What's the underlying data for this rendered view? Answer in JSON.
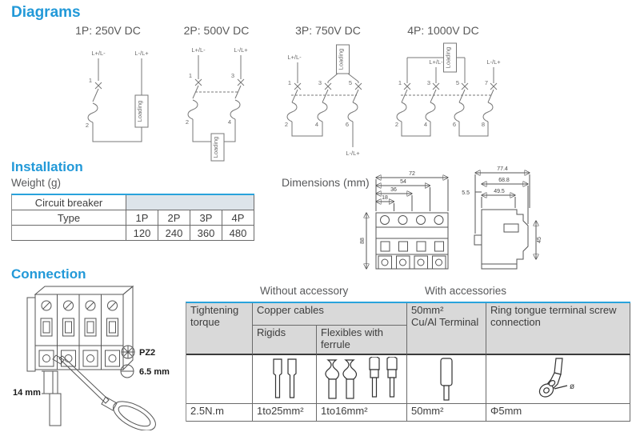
{
  "colors": {
    "heading_blue": "#2299d8",
    "table_top_border": "#29a3dc",
    "header_gray": "#d9d9d9",
    "text_gray": "#58595b"
  },
  "diagrams": {
    "heading": "Diagrams",
    "items": [
      {
        "title": "1P: 250V DC"
      },
      {
        "title": "2P: 500V DC"
      },
      {
        "title": "3P: 750V DC"
      },
      {
        "title": "4P: 1000V DC"
      }
    ],
    "loading": "Loading",
    "lpos": "L+/L-",
    "lneg": "L-/L+",
    "n": [
      "1",
      "2",
      "3",
      "4",
      "5",
      "6",
      "7",
      "8"
    ]
  },
  "installation": {
    "heading": "Installation",
    "weight_label": "Weight (g)",
    "dimensions_label": "Dimensions (mm)",
    "weight_table": {
      "row1_label": "Circuit breaker",
      "row2_label": "Type",
      "types": [
        "1P",
        "2P",
        "3P",
        "4P"
      ],
      "weights": [
        "120",
        "240",
        "360",
        "480"
      ]
    },
    "dims": {
      "front_w": [
        "18",
        "36",
        "54",
        "72"
      ],
      "front_h": "88",
      "gap": "5.5",
      "side_w": [
        "49.5",
        "68.8",
        "77.4"
      ],
      "side_h": "45"
    }
  },
  "connection": {
    "heading": "Connection",
    "pz2": "PZ2",
    "flat": "6.5 mm",
    "strip": "14 mm",
    "without_accessory": "Without accessory",
    "with_accessories": "With accessories",
    "table": {
      "tightening": "Tightening torque",
      "copper": "Copper cables",
      "rigids": "Rigids",
      "flexibles": "Flexibles with ferrule",
      "cu_al_1": "50mm²",
      "cu_al_2": "Cu/Al Terminal",
      "ring": "Ring tongue terminal screw connection",
      "diameter": "ø",
      "values": [
        "2.5N.m",
        "1to25mm²",
        "1to16mm²",
        "50mm²",
        "Φ5mm"
      ]
    }
  }
}
